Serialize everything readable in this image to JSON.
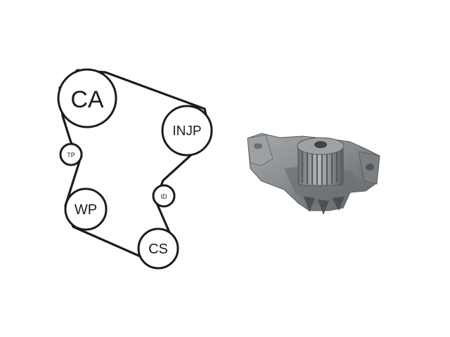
{
  "diagram": {
    "pulleys": [
      {
        "id": "ca",
        "label": "CA"
      },
      {
        "id": "injp",
        "label": "INJP"
      },
      {
        "id": "tp",
        "label": "TP"
      },
      {
        "id": "id",
        "label": "ID"
      },
      {
        "id": "wp",
        "label": "WP"
      },
      {
        "id": "cs",
        "label": "CS"
      }
    ]
  },
  "product_image": {
    "icon": "water-pump-image"
  },
  "colors": {
    "line": "#1c1c1c",
    "pump_body": "#8a8d90",
    "pump_dark": "#5c5f62",
    "pump_light": "#b9bcbf"
  }
}
